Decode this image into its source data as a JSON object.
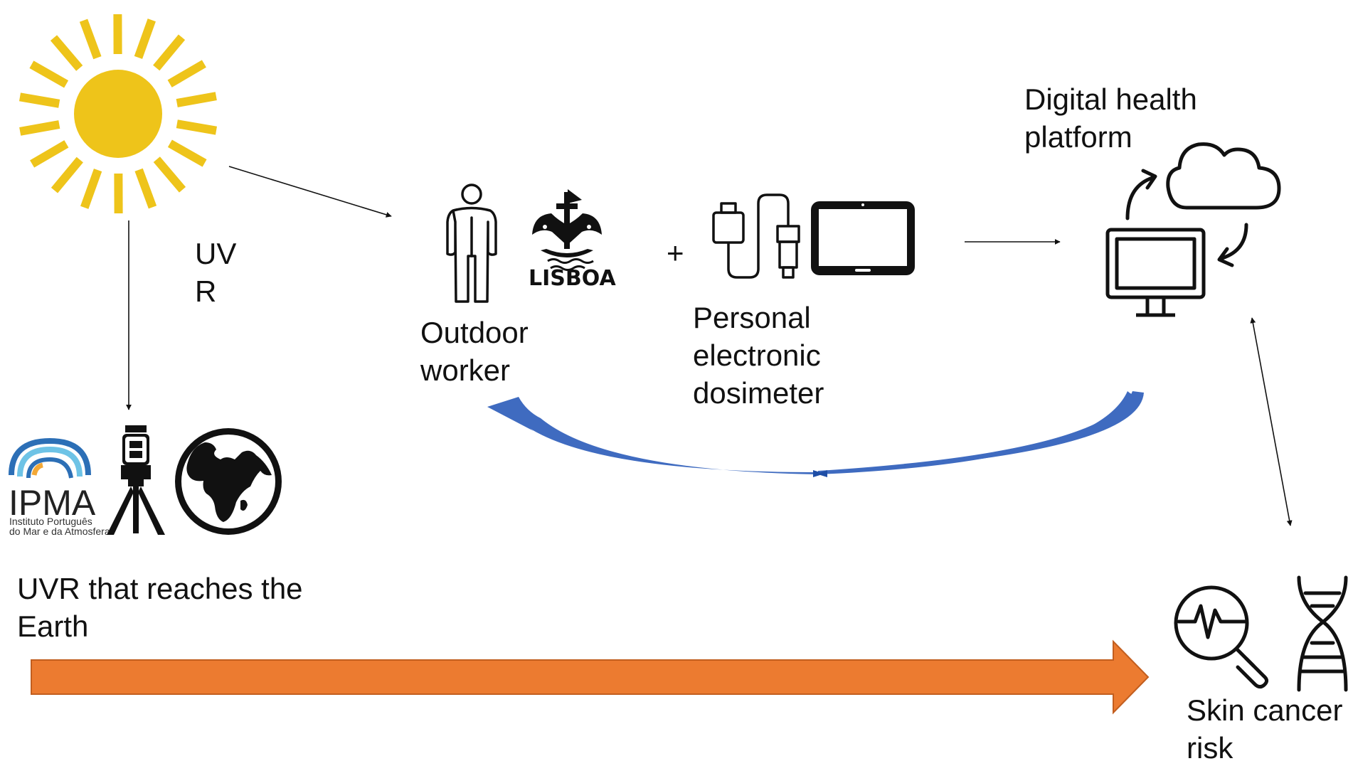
{
  "labels": {
    "uvr_line1": "UV",
    "uvr_line2": "R",
    "outdoor_worker_line1": "Outdoor",
    "outdoor_worker_line2": "worker",
    "plus": "+",
    "dosimeter_line1": "Personal",
    "dosimeter_line2": "electronic",
    "dosimeter_line3": "dosimeter",
    "platform_line1": "Digital health",
    "platform_line2": "platform",
    "earth_line1": "UVR that reaches the",
    "earth_line2": "Earth",
    "skin_line1": "Skin cancer",
    "skin_line2": "risk"
  },
  "logos": {
    "ipma_name": "IPMA",
    "ipma_sub1": "Instituto Português",
    "ipma_sub2": "do Mar e da Atmosfera",
    "lisboa_name": "LISBOA"
  },
  "icons": {
    "sun": "sun-icon",
    "person": "person-icon",
    "ship_emblem": "lisbon-ship-emblem-icon",
    "usb_cable": "usb-cable-icon",
    "tablet": "tablet-icon",
    "monitor": "monitor-icon",
    "cloud": "cloud-icon",
    "sync_arrows": "sync-arrows-icon",
    "station": "weather-station-icon",
    "globe": "globe-icon",
    "diagnostic": "magnifier-pulse-icon",
    "dna": "dna-icon"
  },
  "colors": {
    "sun": "#EEC41A",
    "feedback_arrow": "#3F6BC0",
    "exposure_arrow": "#EC7B30",
    "line": "#111111",
    "ipma_blue": "#2C6FB6",
    "ipma_light": "#6EC3E6",
    "ipma_orange": "#F3A836"
  }
}
